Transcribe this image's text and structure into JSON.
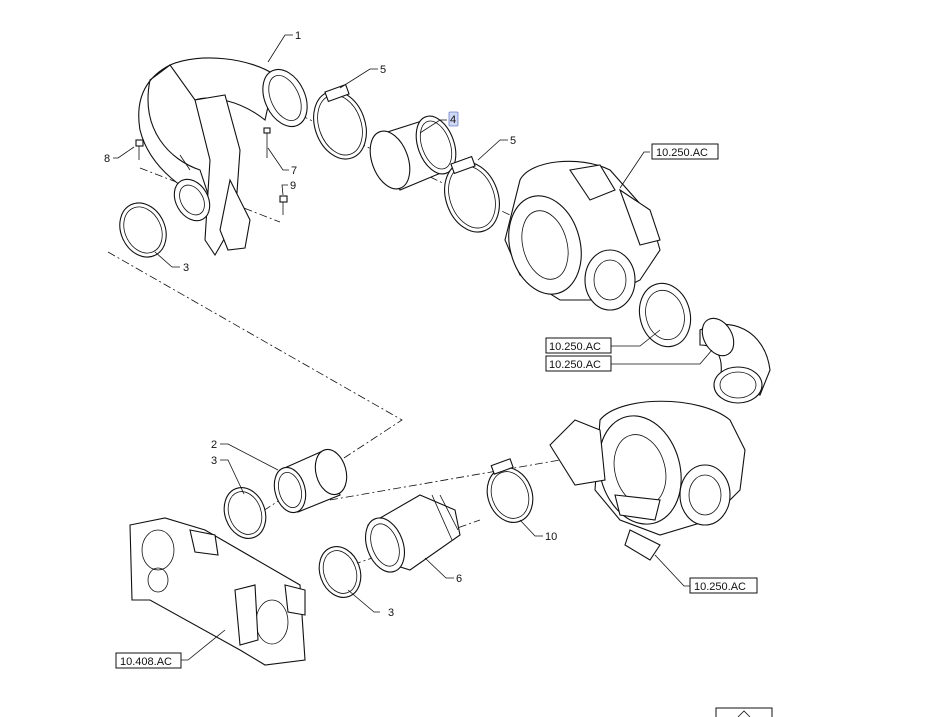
{
  "callouts": {
    "c1": "1",
    "c2": "2",
    "c3a": "3",
    "c3b": "3",
    "c3c": "3",
    "c4": "4",
    "c5a": "5",
    "c5b": "5",
    "c6": "6",
    "c7": "7",
    "c8": "8",
    "c9": "9",
    "c10": "10"
  },
  "references": {
    "turbo_top": "10.250.AC",
    "inlet_a": "10.250.AC",
    "inlet_b": "10.250.AC",
    "turbo_bottom": "10.250.AC",
    "intake_manifold": "10.408.AC"
  },
  "selected_callout": "4"
}
